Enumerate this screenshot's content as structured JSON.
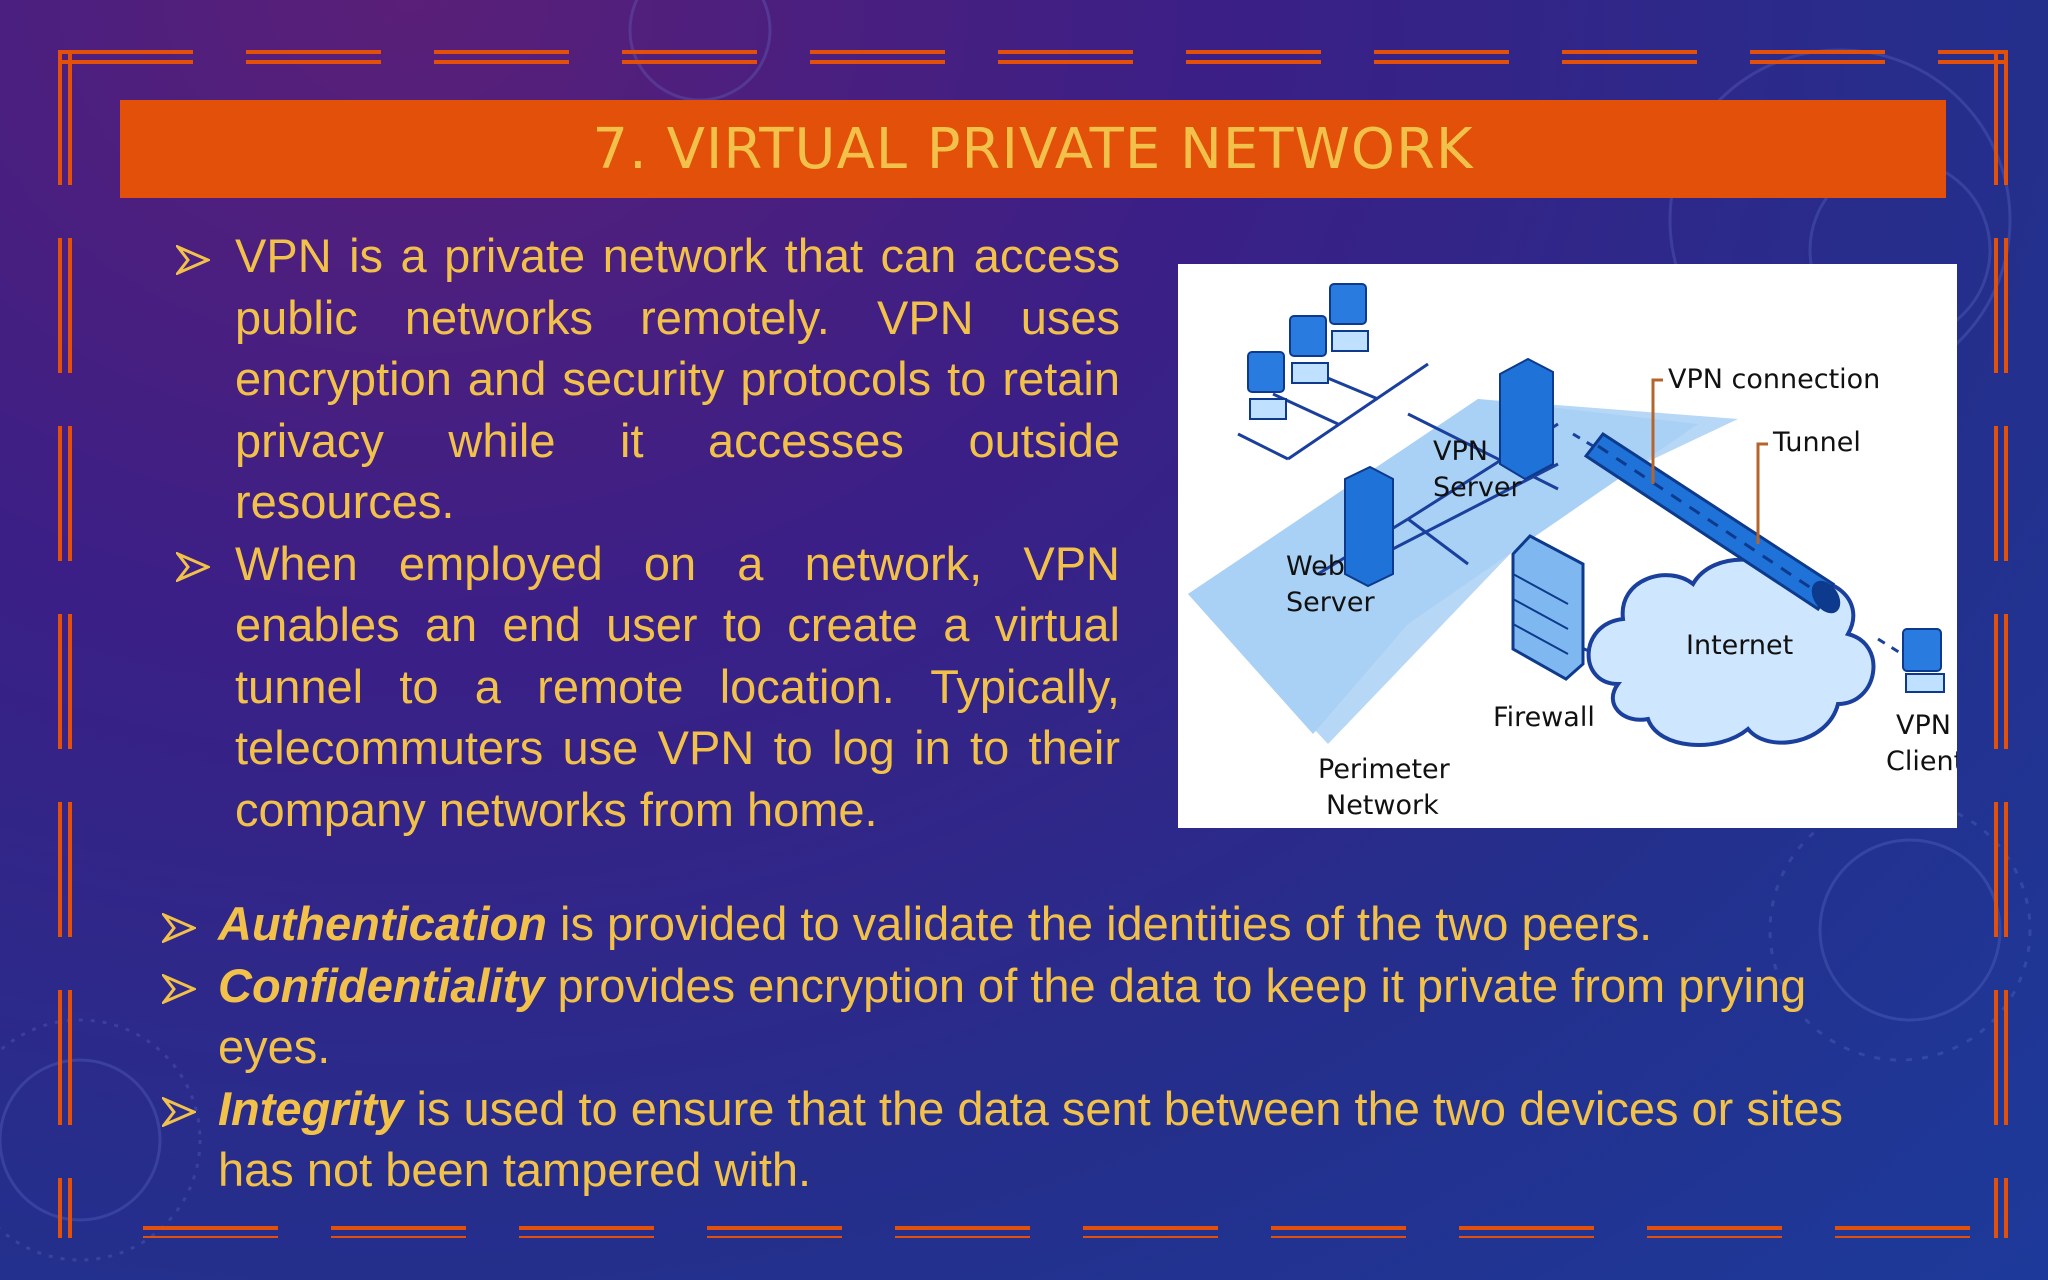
{
  "slide": {
    "title": "7. VIRTUAL PRIVATE NETWORK"
  },
  "top_bullets": [
    {
      "text": "VPN is a private network that can access public networks remotely. VPN uses encryption and security protocols to retain privacy while it accesses outside resources."
    },
    {
      "text": "When employed on a network, VPN enables an end user to create a virtual tunnel to a remote location. Typically, telecommuters use VPN to log in to their company networks from home."
    }
  ],
  "bottom_bullets": [
    {
      "term": "Authentication",
      "rest": " is provided to validate the identities of the two peers."
    },
    {
      "term": "Confidentiality",
      "rest": " provides encryption of the data to keep it private from prying eyes."
    },
    {
      "term": "Integrity",
      "rest": " is used to ensure that the data sent between the two devices or sites has not been tampered with."
    }
  ],
  "diagram": {
    "labels": {
      "vpn_connection": "VPN connection",
      "tunnel": "Tunnel",
      "vpn_server_1": "VPN",
      "vpn_server_2": "Server",
      "web_server_1": "Web",
      "web_server_2": "Server",
      "internet": "Internet",
      "firewall": "Firewall",
      "perimeter_1": "Perimeter",
      "perimeter_2": "Network",
      "vpn_client_1": "VPN",
      "vpn_client_2": "Client"
    }
  },
  "colors": {
    "title_bar": "#e2500a",
    "text": "#f2c14a",
    "frame": "#e2500a"
  },
  "icons": [
    "bullet-arrow-icon",
    "computer-icon",
    "server-icon",
    "firewall-icon",
    "cloud-icon"
  ]
}
